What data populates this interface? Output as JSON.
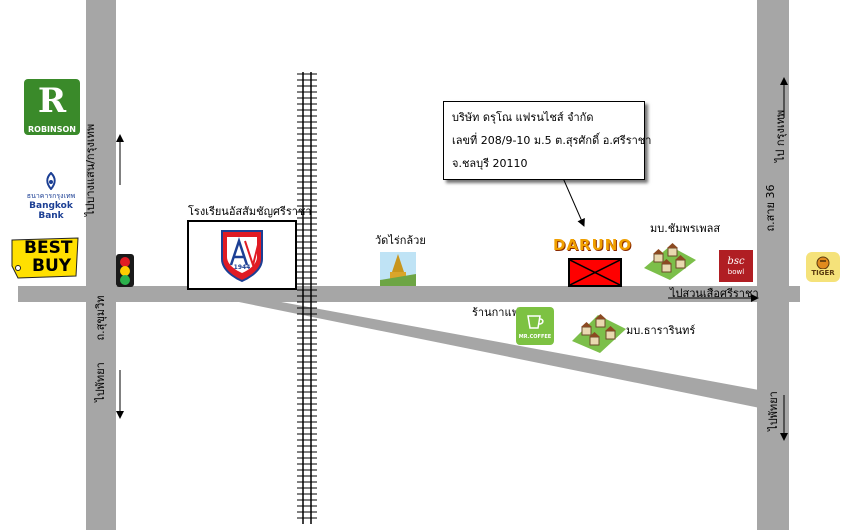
{
  "labels": {
    "left_road_upper": "ไปบางแสน/กรุงเทพ",
    "left_road_lower": "ไปพัทยา",
    "sukhumvit": "ถ.สุขุมวิท",
    "school": "โรงเรียนอัสสัมชัญศรีราชา",
    "temple": "วัดไร่กล้วย",
    "village_top": "มบ.ชัมพรเพลส",
    "coffee_shop": "ร้านกาแฟ",
    "village_bottom": "มบ.ธารารินทร์",
    "to_suan_suea": "ไปสวนเสือศรีราชา",
    "highway36": "ถ.สาย 36",
    "right_up": "ไป กรุงเทพ",
    "right_down": "ไปพัทยา"
  },
  "company": {
    "name": "บริษัท ดรุโณ แฟรนไชส์ จำกัด",
    "address1": "เลขที่ 208/9-10  ม.5 ต.สุรศักดิ์ อ.ศรีราชา",
    "address2": "จ.ชลบุรี 20110"
  },
  "logos": {
    "robinson": "ROBINSON",
    "bangkok_bank_th": "ธนาคารกรุงเทพ",
    "bangkok_bank": "Bangkok Bank",
    "bestbuy_1": "BEST",
    "bestbuy_2": "BUY",
    "school_year": "1944",
    "daruno": "DARUNO",
    "mr_coffee": "MR.COFFEE",
    "bsc_1": "bsc",
    "bsc_2": "bowl",
    "tiger": "TIGER"
  },
  "colors": {
    "road": "#a6a6a6",
    "robinson_green": "#3a8a2a",
    "bank_blue": "#1c3f94",
    "bestbuy_yellow": "#ffe000",
    "school_red": "#e01b24",
    "coffee_green": "#7dc242",
    "bsc_red": "#b01e23",
    "marker_red": "#ff0000"
  }
}
